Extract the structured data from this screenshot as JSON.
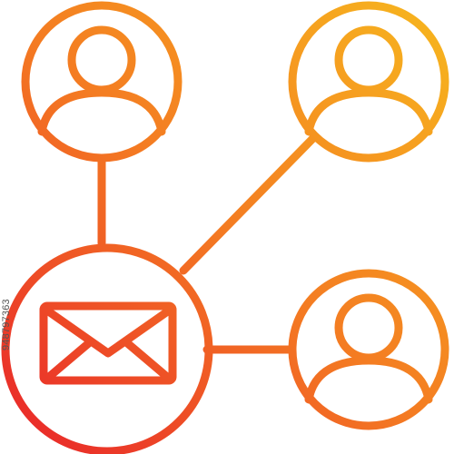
{
  "icon": {
    "name": "email-network-icon",
    "gradient": {
      "start_color": "#e8222a",
      "mid_color": "#f47c22",
      "end_color": "#f7b81e"
    },
    "nodes": [
      {
        "name": "user-top-left",
        "icon": "user-icon"
      },
      {
        "name": "user-top-right",
        "icon": "user-icon"
      },
      {
        "name": "user-bottom-right",
        "icon": "user-icon"
      },
      {
        "name": "mail-hub",
        "icon": "envelope-icon"
      }
    ]
  },
  "watermark": {
    "stock_id": "948797363"
  }
}
